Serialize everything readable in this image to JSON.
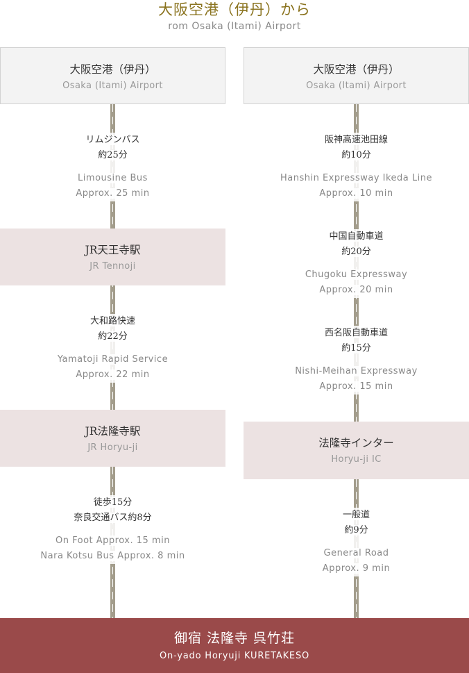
{
  "header": {
    "title": "大阪空港（伊丹）から",
    "subtitle": "rom Osaka (Itami) Airport"
  },
  "left": {
    "start": {
      "ja": "大阪空港（伊丹）",
      "en": "Osaka (Itami) Airport"
    },
    "seg1": {
      "ja1": "リムジンバス",
      "ja2": "約25分",
      "en1": "Limousine Bus",
      "en2": "Approx. 25 min"
    },
    "station1": {
      "ja": "JR天王寺駅",
      "en": "JR Tennoji"
    },
    "seg2": {
      "ja1": "大和路快速",
      "ja2": "約22分",
      "en1": "Yamatoji Rapid Service",
      "en2": "Approx. 22 min"
    },
    "station2": {
      "ja": "JR法隆寺駅",
      "en": "JR Horyu-ji"
    },
    "seg3": {
      "ja1": "徒歩15分",
      "ja2": "奈良交通バス約8分",
      "en1": "On Foot Approx. 15 min",
      "en2": "Nara Kotsu Bus Approx. 8 min"
    }
  },
  "right": {
    "start": {
      "ja": "大阪空港（伊丹）",
      "en": "Osaka (Itami) Airport"
    },
    "seg1": {
      "ja1": "阪神高速池田線",
      "ja2": "約10分",
      "en1": "Hanshin Expressway Ikeda Line",
      "en2": "Approx. 10 min"
    },
    "seg2": {
      "ja1": "中国自動車道",
      "ja2": "約20分",
      "en1": "Chugoku Expressway",
      "en2": "Approx. 20 min"
    },
    "seg3": {
      "ja1": "西名阪自動車道",
      "ja2": "約15分",
      "en1": "Nishi-Meihan Expressway",
      "en2": "Approx. 15 min"
    },
    "ic": {
      "ja": "法隆寺インター",
      "en": "Horyu-ji IC"
    },
    "seg4": {
      "ja1": "一般道",
      "ja2": "約9分",
      "en1": "General Road",
      "en2": "Approx. 9 min"
    }
  },
  "destination": {
    "ja": "御宿 法隆寺 呉竹荘",
    "en": "On-yado Horyuji KURETAKESO"
  }
}
